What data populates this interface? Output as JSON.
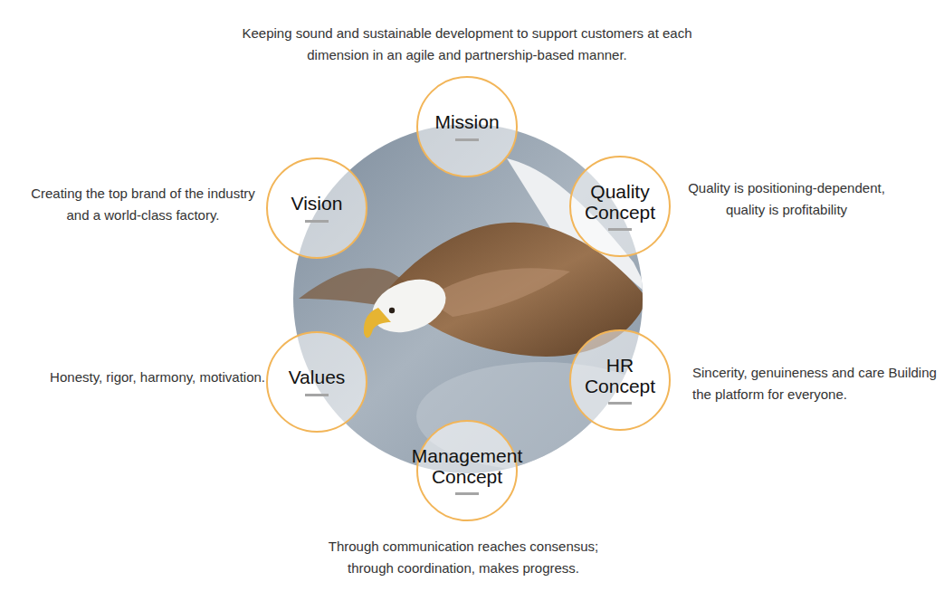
{
  "diagram": {
    "nodes": [
      {
        "text": [
          "Mission"
        ]
      },
      {
        "text": [
          "Quality Concept"
        ]
      },
      {
        "text": [
          "HR Concept"
        ]
      },
      {
        "text": [
          "Management Concept"
        ]
      },
      {
        "text": [
          "Values"
        ]
      },
      {
        "text": [
          "Vision"
        ]
      }
    ],
    "labels": [
      "Keeping sound and sustainable development to support customers at each dimension in an agile and partnership-based manner.",
      "Creating the top brand of the industry and a world-class factory.",
      "Quality is positioning-dependent, quality is profitability",
      "Honesty, rigor, harmony, motivation.",
      "Sincerity, genuineness and care Building the platform for everyone.",
      "Through communication reaches consensus; through coordination, makes progress."
    ]
  }
}
